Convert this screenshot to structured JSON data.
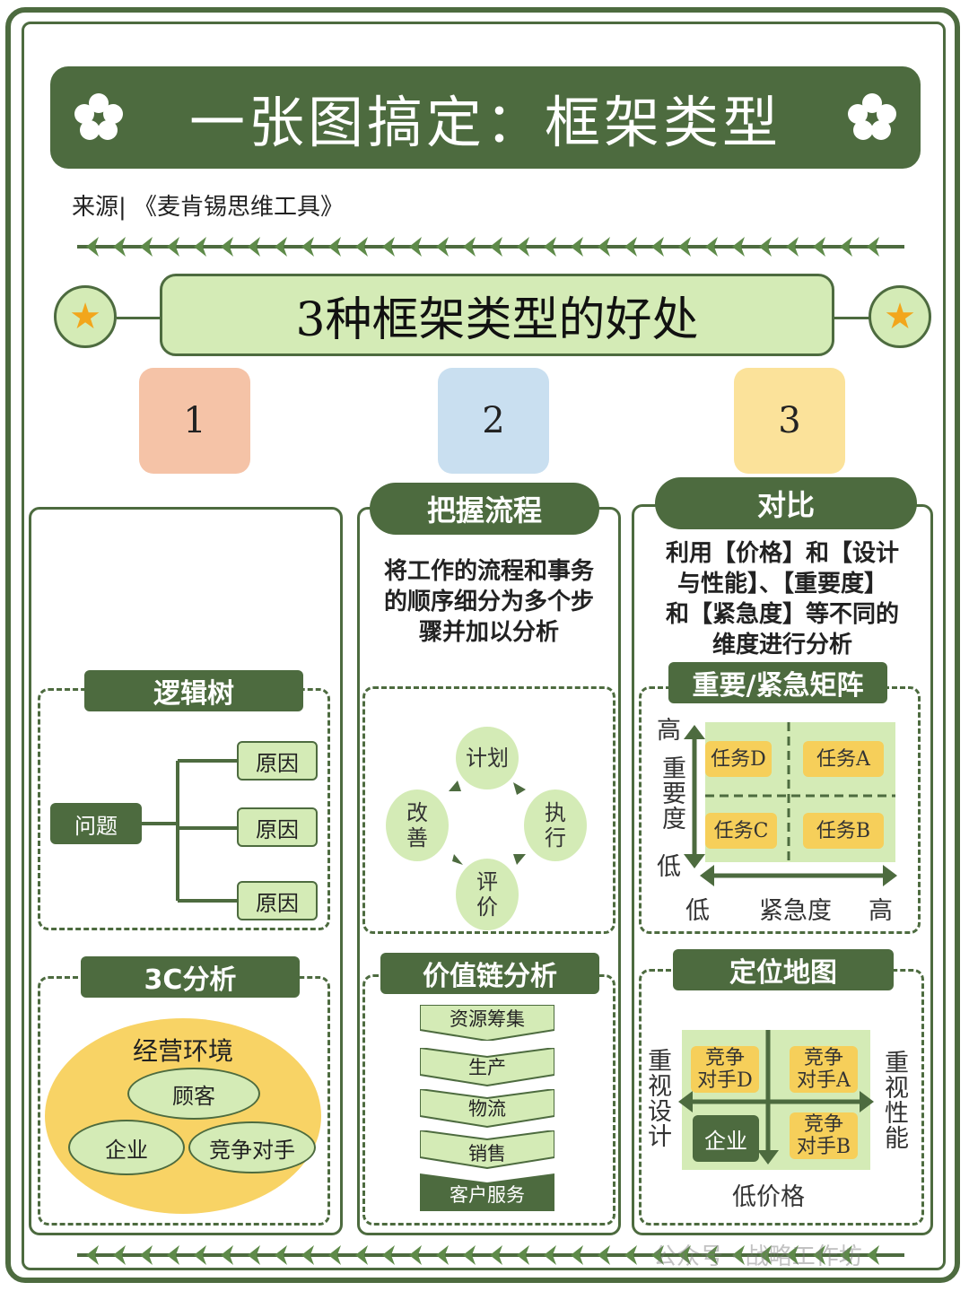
{
  "title": "一张图搞定：框架类型",
  "source": "来源| 《麦肯锡思维工具》",
  "subtitle": "3种框架类型的好处",
  "numbers": [
    "1",
    "2",
    "3"
  ],
  "colors": {
    "dark_green": "#4d6b3f",
    "light_green": "#d4ebb6",
    "num1": "#f5c3a7",
    "num2": "#c9dff0",
    "num3": "#fbe29a",
    "task_yellow": "#f6cf5a",
    "star": "#f2a61c"
  },
  "col2": {
    "heading": "把握流程",
    "description": [
      "将工作的流程和事务",
      "的顺序细分为多个步",
      "骤并加以分析"
    ],
    "cycle": {
      "plan": "计划",
      "execute": [
        "执",
        "行"
      ],
      "evaluate": [
        "评",
        "价"
      ],
      "improve": [
        "改",
        "善"
      ]
    },
    "value_chain": {
      "title": "价值链分析",
      "steps": [
        "资源筹集",
        "生产",
        "物流",
        "销售",
        "客户服务"
      ]
    }
  },
  "col3": {
    "heading": "对比",
    "description": [
      "利用【价格】和【设计",
      "与性能】、【重要度】",
      "和【紧急度】等不同的",
      "维度进行分析"
    ],
    "matrix": {
      "title": "重要/紧急矩阵",
      "tasks": {
        "top_left": "任务D",
        "top_right": "任务A",
        "bottom_left": "任务C",
        "bottom_right": "任务B"
      },
      "y_high": "高",
      "y_label": [
        "重",
        "要",
        "度"
      ],
      "y_low": "低",
      "x_low": "低",
      "x_label": "紧急度",
      "x_high": "高"
    },
    "positioning": {
      "title": "定位地图",
      "left_label": [
        "重",
        "视",
        "设",
        "计"
      ],
      "right_label": [
        "重",
        "视",
        "性",
        "能"
      ],
      "bottom_label": "低价格",
      "competitor_d": [
        "竞争",
        "对手D"
      ],
      "competitor_a": [
        "竞争",
        "对手A"
      ],
      "competitor_b": [
        "竞争",
        "对手B"
      ],
      "company": "企业"
    }
  },
  "col1": {
    "logic_tree": {
      "title": "逻辑树",
      "problem": "问题",
      "causes": [
        "原因",
        "原因",
        "原因"
      ]
    },
    "three_c": {
      "title": "3C分析",
      "environment": "经营环境",
      "customer": "顾客",
      "company": "企业",
      "competitor": "竞争对手"
    }
  },
  "watermark": "公众号 · 战略工作坊"
}
